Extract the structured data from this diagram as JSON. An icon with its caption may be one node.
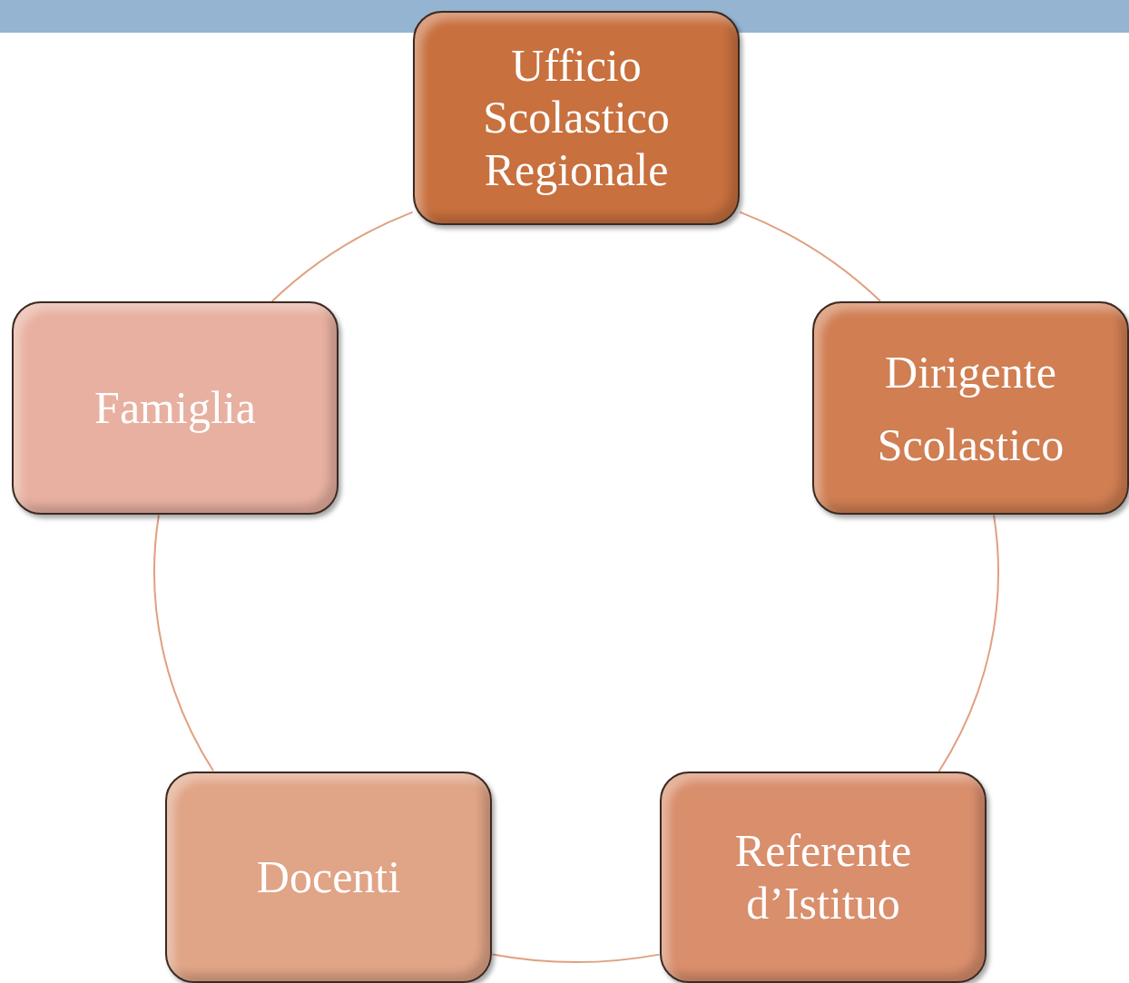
{
  "diagram": {
    "nodes": [
      {
        "text": [
          "Ufficio Scolastico Regionale"
        ]
      },
      {
        "text": [
          "Dirigente Scolastico"
        ]
      },
      {
        "text": [
          "Referente d’Istituo"
        ]
      },
      {
        "text": [
          "Docenti"
        ]
      },
      {
        "text": [
          "Famiglia"
        ]
      }
    ],
    "edges": [
      {
        "from": 0,
        "to": 1,
        "arrow": "none"
      },
      {
        "from": 1,
        "to": 2,
        "arrow": "none"
      },
      {
        "from": 2,
        "to": 3,
        "arrow": "none"
      },
      {
        "from": 3,
        "to": 4,
        "arrow": "none"
      },
      {
        "from": 4,
        "to": 0,
        "arrow": "none"
      }
    ]
  }
}
